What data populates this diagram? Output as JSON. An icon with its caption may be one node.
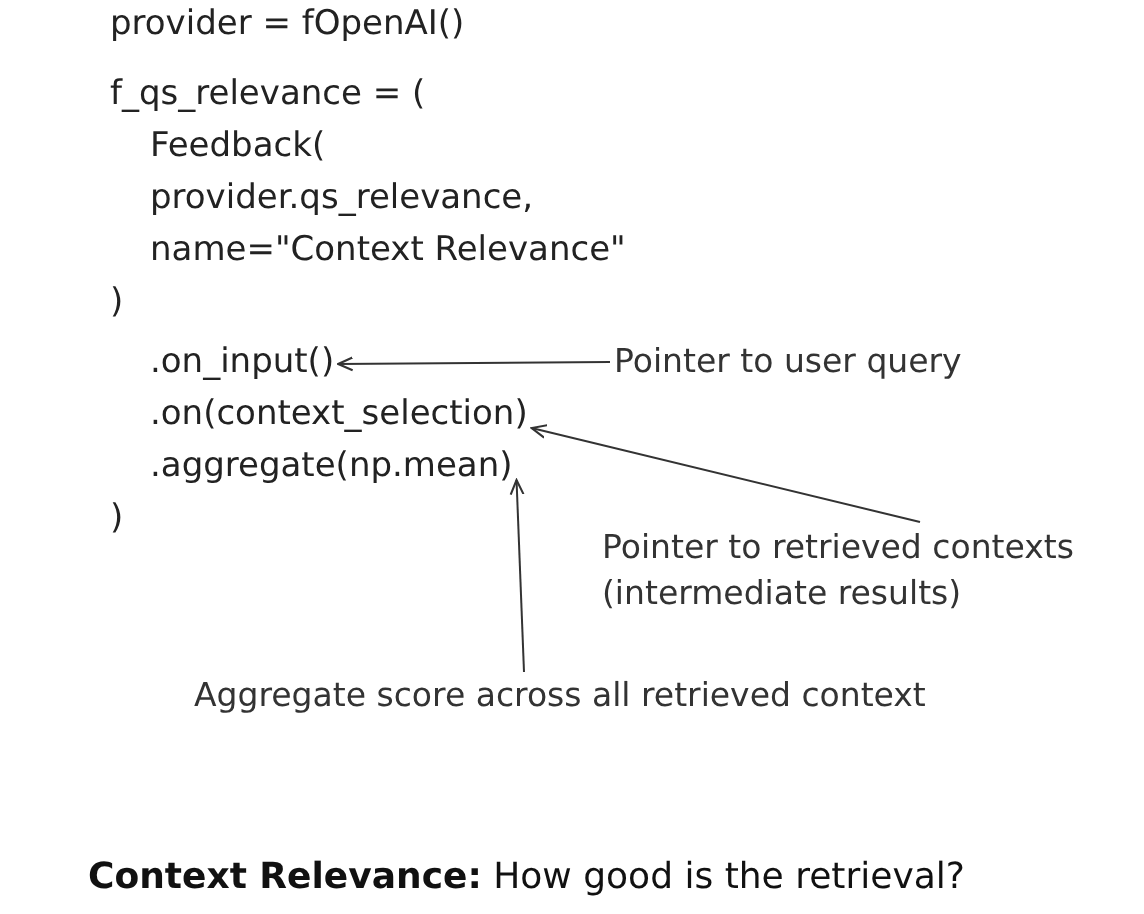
{
  "diagram": {
    "caption": "**Context Relevance:** How good is the retrieval?",
    "nodes": [
      {
        "text": [
          ".on_input()"
        ]
      },
      {
        "text": [
          "Pointer to user query"
        ]
      },
      {
        "text": [
          ".on(context_selection)"
        ]
      },
      {
        "text": [
          ".aggregate(np.mean)"
        ]
      },
      {
        "text": [
          "Pointer to retrieved contexts (intermediate results)"
        ]
      },
      {
        "text": [
          "Aggregate score across all retrieved context"
        ]
      }
    ],
    "edges": [
      {
        "from": 1,
        "to": 0,
        "arrow": "to"
      },
      {
        "from": 4,
        "to": 2,
        "arrow": "to"
      },
      {
        "from": 5,
        "to": 3,
        "arrow": "to"
      }
    ],
    "labels": [
      "provider = fOpenAI()",
      "f_qs_relevance = (",
      "Feedback(",
      "provider.qs_relevance,",
      "name=\"Context Relevance\"",
      ")",
      ")"
    ]
  }
}
